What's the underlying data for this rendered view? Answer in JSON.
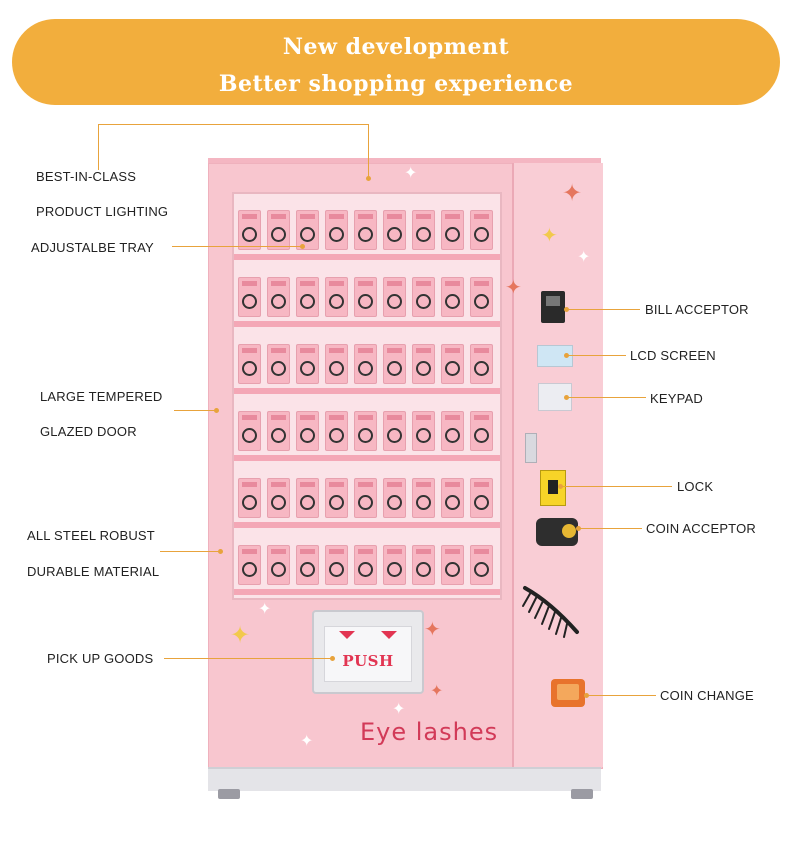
{
  "banner": {
    "line1": "New development",
    "line2": "Better shopping experience"
  },
  "labels": {
    "best_in_class": "BEST-IN-CLASS",
    "product_lighting": "PRODUCT LIGHTING",
    "adjustable_tray": "ADJUSTALBE TRAY",
    "large_tempered": "LARGE TEMPERED",
    "glazed_door": "GLAZED DOOR",
    "all_steel": "ALL STEEL ROBUST",
    "durable": "DURABLE MATERIAL",
    "pick_up": "PICK UP GOODS",
    "bill_acceptor": "BILL ACCEPTOR",
    "lcd_screen": "LCD SCREEN",
    "keypad": "KEYPAD",
    "lock": "LOCK",
    "coin_acceptor": "COIN ACCEPTOR",
    "coin_change": "COIN CHANGE"
  },
  "machine": {
    "push_label": "PUSH",
    "brand_text": "Eye lashes"
  },
  "colors": {
    "banner": "#F2AE3D",
    "cabinet": "#F8C6CF",
    "accent": "#D23A58",
    "leader": "#E8A33C"
  }
}
